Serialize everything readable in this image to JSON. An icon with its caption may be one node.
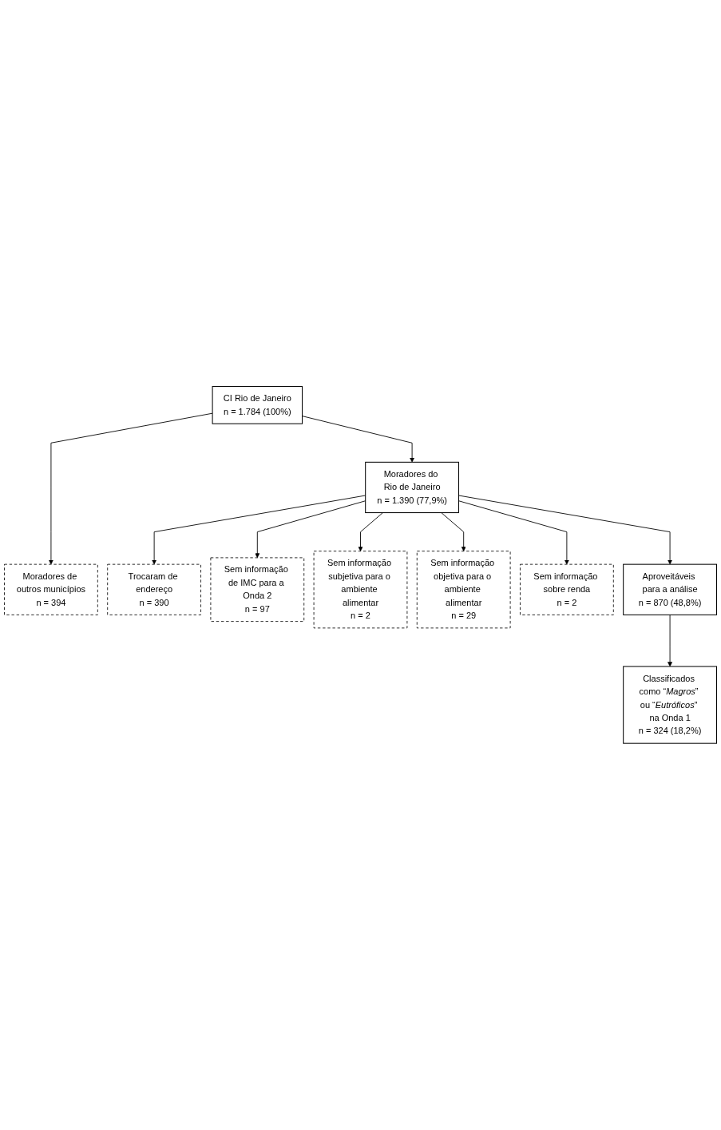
{
  "diagram": {
    "nodes": [
      {
        "text": [
          "CI Rio de Janeiro",
          "n = 1.784 (100%)"
        ]
      },
      {
        "text": [
          "Moradores de outros municípios",
          "n = 394"
        ]
      },
      {
        "text": [
          "Moradores do Rio de Janeiro",
          "n = 1.390 (77,9%)"
        ]
      },
      {
        "text": [
          "Trocaram de endereço",
          "n = 390"
        ]
      },
      {
        "text": [
          "Sem informação de IMC para a Onda 2",
          "n = 97"
        ]
      },
      {
        "text": [
          "Sem informação subjetiva para o ambiente alimentar",
          "n = 2"
        ]
      },
      {
        "text": [
          "Sem informação objetiva para o ambiente alimentar",
          "n = 29"
        ]
      },
      {
        "text": [
          "Sem informação sobre renda",
          "n = 2"
        ]
      },
      {
        "text": [
          "Aproveitáveis para a análise",
          "n = 870 (48,8%)"
        ]
      },
      {
        "text": [
          "Classificados como “*Magros*” ou “*Eutróficos*” na Onda 1",
          "n = 324 (18,2%)"
        ]
      }
    ],
    "edges": [
      {
        "from": 0,
        "to": 1,
        "arrow": "to"
      },
      {
        "from": 0,
        "to": 2,
        "arrow": "to"
      },
      {
        "from": 2,
        "to": 3,
        "arrow": "to"
      },
      {
        "from": 2,
        "to": 4,
        "arrow": "to"
      },
      {
        "from": 2,
        "to": 5,
        "arrow": "to"
      },
      {
        "from": 2,
        "to": 6,
        "arrow": "to"
      },
      {
        "from": 2,
        "to": 7,
        "arrow": "to"
      },
      {
        "from": 2,
        "to": 8,
        "arrow": "to"
      },
      {
        "from": 8,
        "to": 9,
        "arrow": "to"
      }
    ]
  }
}
